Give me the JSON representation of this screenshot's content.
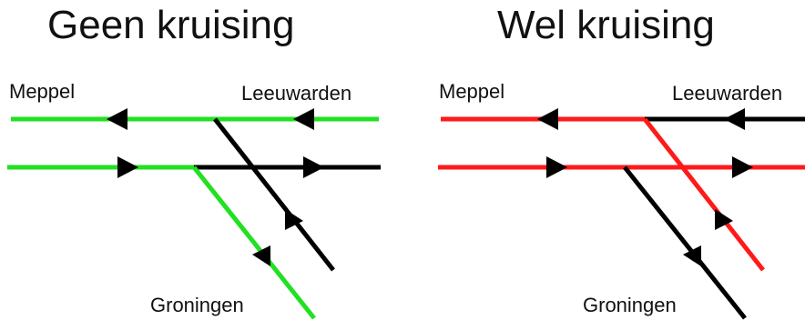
{
  "panels": [
    {
      "title": "Geen kruising",
      "labels": {
        "west": "Meppel",
        "east": "Leeuwarden",
        "south": "Groningen"
      },
      "colors": {
        "route": "#22e022",
        "other": "#000000"
      }
    },
    {
      "title": "Wel kruising",
      "labels": {
        "west": "Meppel",
        "east": "Leeuwarden",
        "south": "Groningen"
      },
      "colors": {
        "route": "#ff1a1a",
        "other": "#000000"
      }
    }
  ]
}
